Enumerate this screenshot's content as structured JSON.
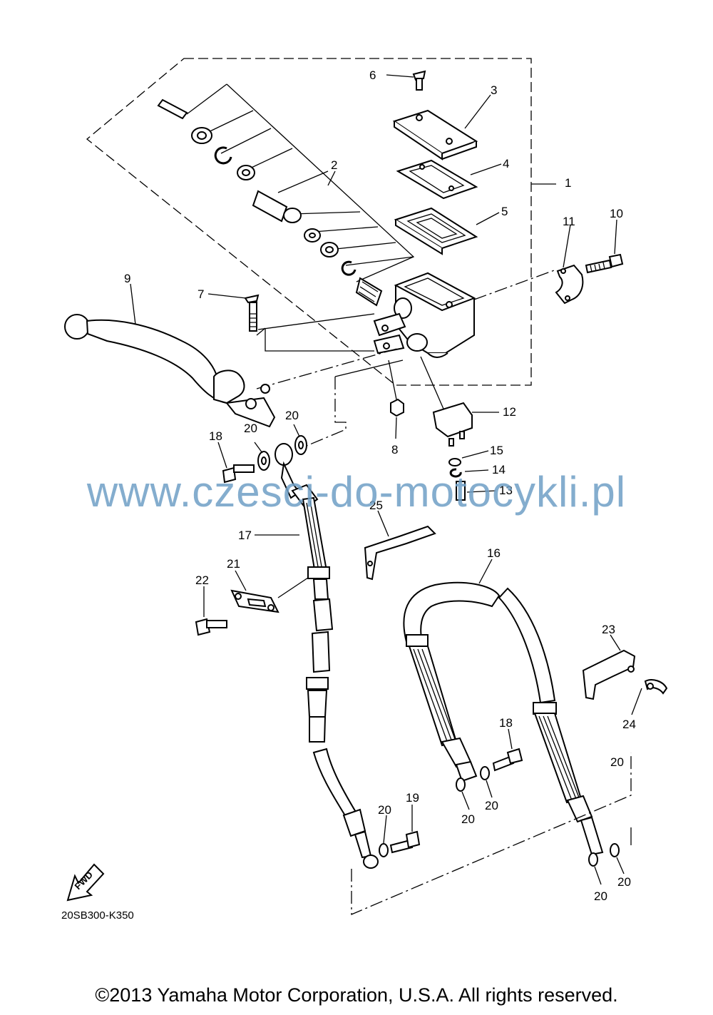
{
  "diagram": {
    "callouts": {
      "c1": "1",
      "c2": "2",
      "c3": "3",
      "c4": "4",
      "c5": "5",
      "c6": "6",
      "c7": "7",
      "c8": "8",
      "c9": "9",
      "c10": "10",
      "c11": "11",
      "c12": "12",
      "c13": "13",
      "c14": "14",
      "c15": "15",
      "c16": "16",
      "c17": "17",
      "c18a": "18",
      "c18b": "18",
      "c19": "19",
      "c20a": "20",
      "c20b": "20",
      "c20c": "20",
      "c20d": "20",
      "c20e": "20",
      "c20f": "20",
      "c20g": "20",
      "c20h": "20",
      "c21": "21",
      "c22": "22",
      "c23": "23",
      "c24": "24",
      "c25": "25"
    },
    "fwd_label": "FWD",
    "catalog_code": "20SB300-K350",
    "watermark": "www.czesci-do-motocykli.pl",
    "copyright": "©2013 Yamaha Motor Corporation, U.S.A. All rights reserved."
  }
}
